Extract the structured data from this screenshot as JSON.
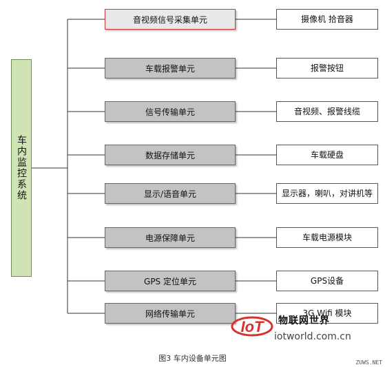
{
  "root": {
    "label": "车内监控系统"
  },
  "rows": [
    {
      "unit": "音视频信号采集单元",
      "device": "摄像机  拾音器"
    },
    {
      "unit": "车载报警单元",
      "device": "报警按钮"
    },
    {
      "unit": "信号传输单元",
      "device": "音视频、报警线缆"
    },
    {
      "unit": "数据存储单元",
      "device": "车载硬盘"
    },
    {
      "unit": "显示/语音单元",
      "device": "显示器，喇叭，对讲机等"
    },
    {
      "unit": "电源保障单元",
      "device": "车载电源模块"
    },
    {
      "unit": "GPS  定位单元",
      "device": "GPS设备"
    },
    {
      "unit": "网络传输单元",
      "device": "3G  Wifi  模块"
    }
  ],
  "caption": "图3  车内设备单元图",
  "watermark": {
    "name": "物联网世界",
    "url": "iotworld.com.cn",
    "corner": "ZUWS.NET",
    "logo_text": "IoT"
  },
  "colors": {
    "root_fill": "#cfe3b4",
    "unit_fill": "#c3c3c3",
    "first_unit_border": "#cc3333",
    "line": "#333333"
  }
}
